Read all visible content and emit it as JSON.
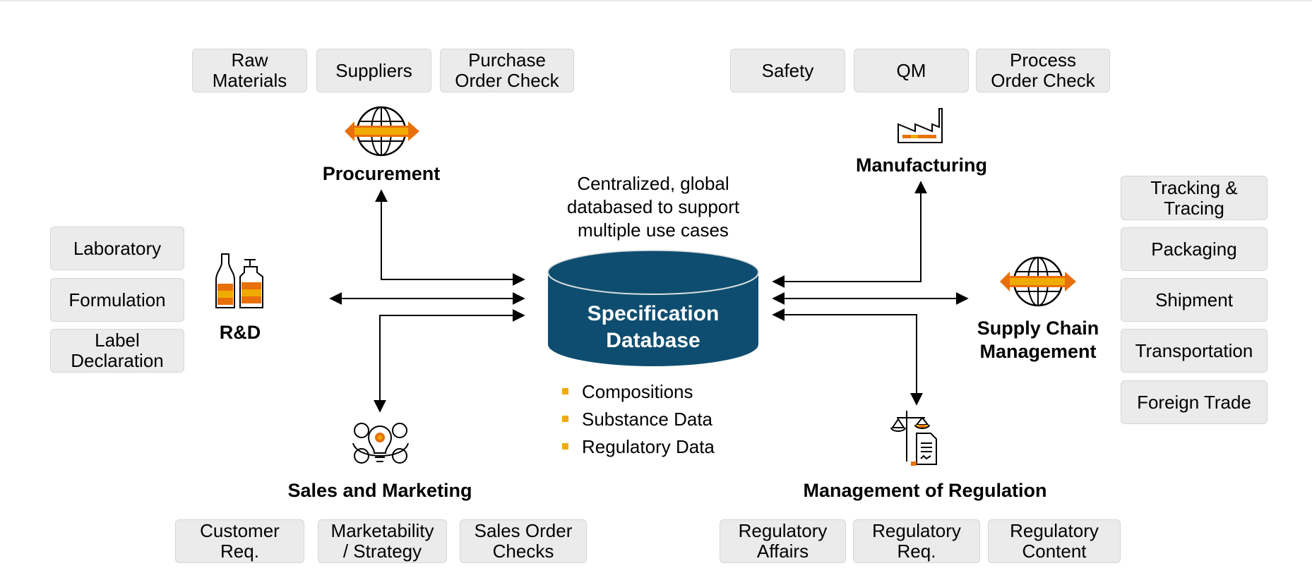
{
  "center": {
    "description": "Centralized, global\ndatabased to support\nmultiple use cases",
    "database_title": "Specification\nDatabase",
    "bullets": [
      "Compositions",
      "Substance Data",
      "Regulatory Data"
    ]
  },
  "procurement": {
    "label": "Procurement",
    "items": [
      "Raw\nMaterials",
      "Suppliers",
      "Purchase\nOrder Check"
    ]
  },
  "manufacturing": {
    "label": "Manufacturing",
    "items": [
      "Safety",
      "QM",
      "Process\nOrder Check"
    ]
  },
  "rnd": {
    "label": "R&D",
    "items": [
      "Laboratory",
      "Formulation",
      "Label\nDeclaration"
    ]
  },
  "supply_chain": {
    "label": "Supply Chain\nManagement",
    "items": [
      "Tracking &\nTracing",
      "Packaging",
      "Shipment",
      "Transportation",
      "Foreign Trade"
    ]
  },
  "sales": {
    "label": "Sales and Marketing",
    "items": [
      "Customer\nReq.",
      "Marketability\n/ Strategy",
      "Sales Order\nChecks"
    ]
  },
  "regulation": {
    "label": "Management of Regulation",
    "items": [
      "Regulatory\nAffairs",
      "Regulatory\nReq.",
      "Regulatory\nContent"
    ]
  },
  "colors": {
    "database": "#0e4d6f",
    "accent_orange": "#e8700a",
    "accent_yellow": "#f0ab00",
    "box_fill": "#ebebeb"
  }
}
